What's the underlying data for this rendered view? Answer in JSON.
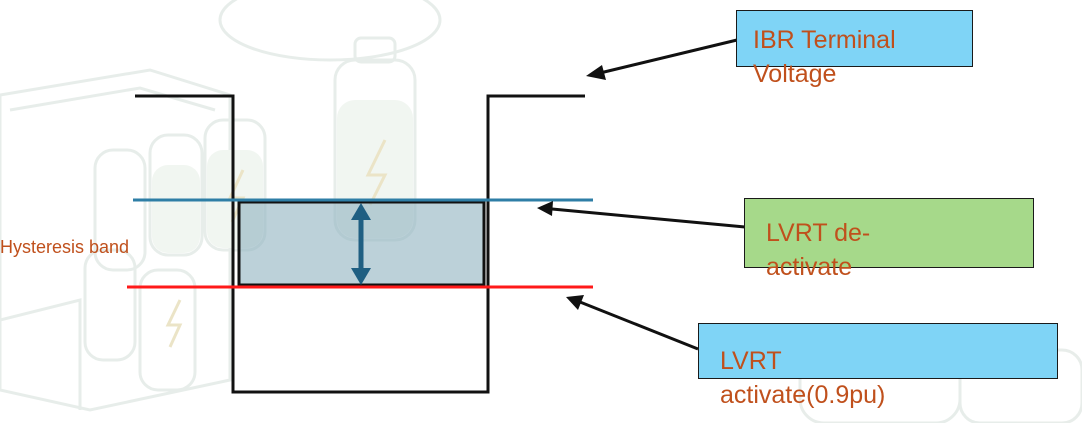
{
  "colors": {
    "waveform": "#111111",
    "deactivate_line": "#2e7ea6",
    "activate_line": "#ff1a1a",
    "band_fill": "#8fb3c0",
    "band_stroke": "#111111",
    "band_arrow": "#1f5f82",
    "text": "#c0501c",
    "box_blue": "#7fd4f6",
    "box_green": "#a6d98a",
    "background_art": "#dfeae5"
  },
  "labels": {
    "ibr_terminal_voltage": "IBR Terminal Voltage",
    "lvrt_deactivate": "LVRT de-activate",
    "lvrt_activate": "LVRT activate(0.9pu)",
    "hysteresis_band": "Hysteresis band"
  },
  "background": {
    "description_icon": "battery-pack-watermark-icon"
  }
}
